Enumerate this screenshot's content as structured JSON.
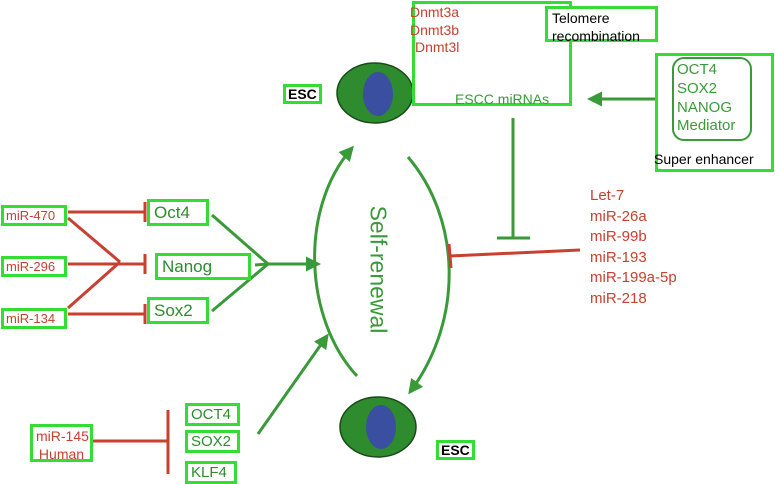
{
  "esc_top": "ESC",
  "esc_bottom": "ESC",
  "self_renewal": "Self-renewal",
  "dnmt": [
    "Dnmt3a",
    "Dnmt3b",
    "Dnmt3l"
  ],
  "telomere": [
    "Telomere",
    "recombination"
  ],
  "escc_mirnas": "ESCC miRNAs",
  "super_enhancer": {
    "factors": [
      "OCT4",
      "SOX2",
      "NANOG",
      "Mediator"
    ],
    "label": "Super enhancer"
  },
  "left_mirnas": [
    "miR-470",
    "miR-296",
    "miR-134"
  ],
  "left_tfs": [
    "Oct4",
    "Nanog",
    "Sox2"
  ],
  "right_mirnas": [
    "Let-7",
    "miR-26a",
    "miR-99b",
    "miR-193",
    "miR-199a-5p",
    "miR-218"
  ],
  "bottom_mir": [
    "miR-145",
    "Human"
  ],
  "bottom_tfs": [
    "OCT4",
    "SOX2",
    "KLF4"
  ],
  "colors": {
    "activation": "#3a9a3a",
    "inhibition": "#c84030",
    "cell_body": "#2e8b2e",
    "nucleus": "#3a4fa0",
    "highlight_box": "#33dd33"
  }
}
